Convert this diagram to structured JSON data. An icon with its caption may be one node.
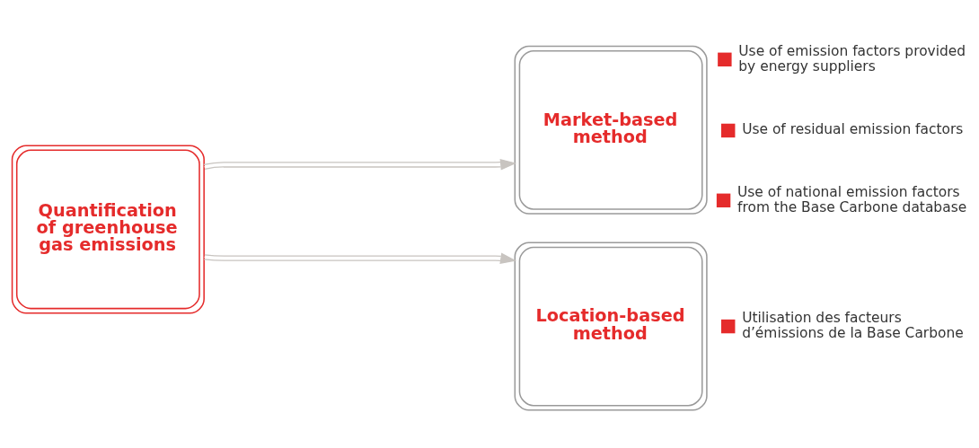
{
  "diagram": {
    "nodes": [
      {
        "text": [
          "Quantification of greenhouse gas emissions"
        ]
      },
      {
        "text": [
          "Market-based method"
        ],
        "beside": [
          "Use of emission factors provided by energy suppliers",
          "Use of residual emission factors",
          "Use of national emission factors from the Base Carbone database"
        ]
      },
      {
        "text": [
          "Location-based method"
        ],
        "beside": [
          "Utilisation des facteurs d’émissions de la Base Carbone"
        ]
      }
    ],
    "edges": [
      {
        "from": 0,
        "to": 1,
        "arrow": "to"
      },
      {
        "from": 0,
        "to": 2,
        "arrow": "to"
      }
    ]
  }
}
